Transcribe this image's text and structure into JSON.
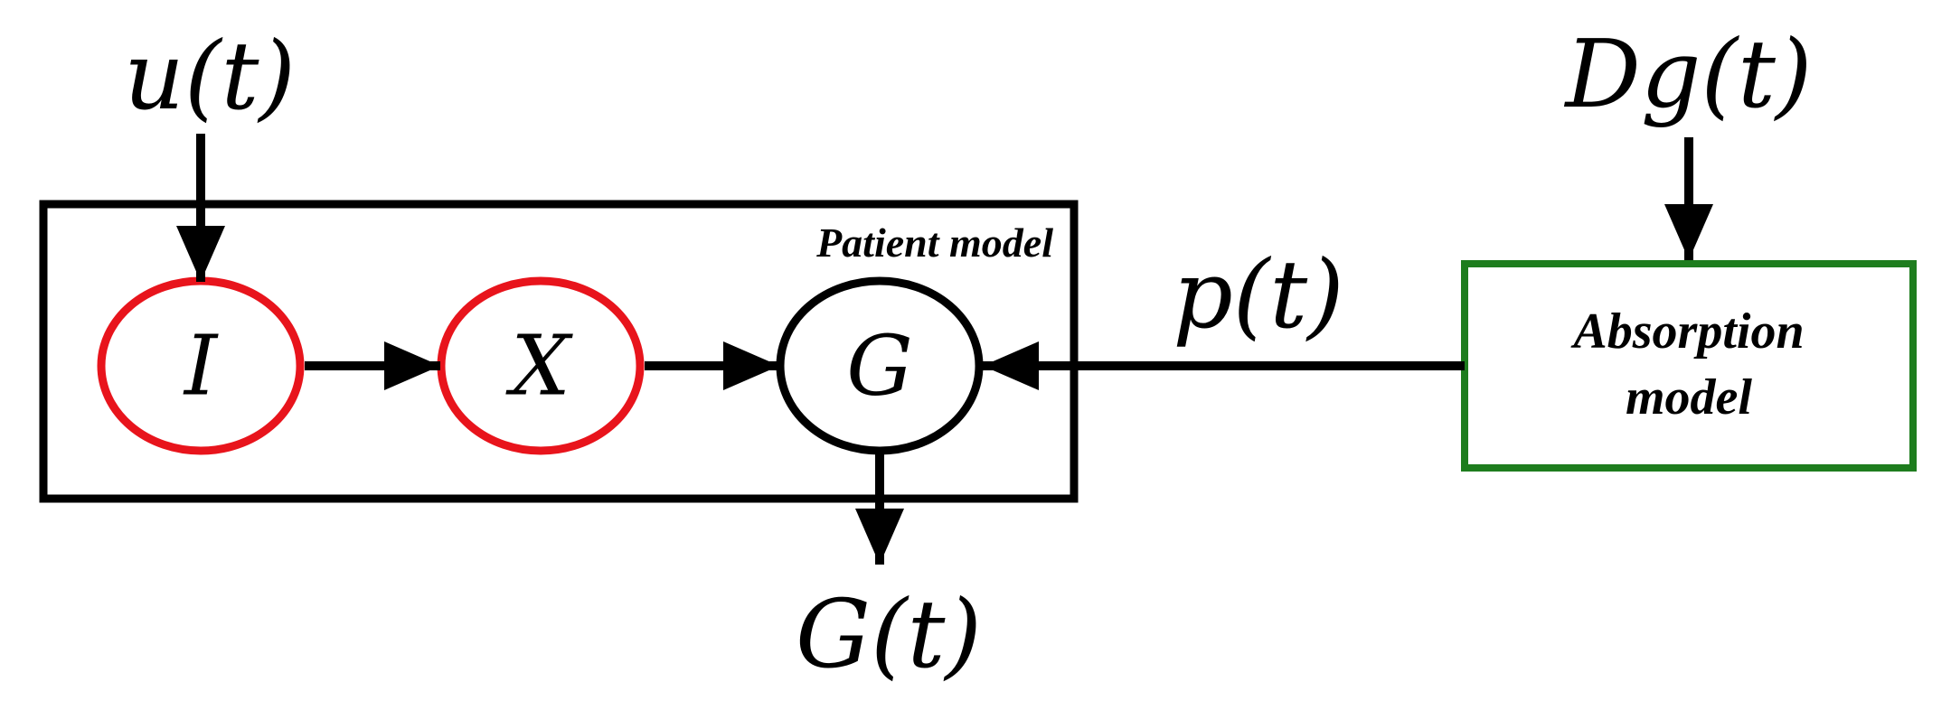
{
  "labels": {
    "input_u": "u(t)",
    "input_dg": "Dg(t)",
    "output_g": "G(t)",
    "signal_p": "p(t)"
  },
  "patient_model": {
    "title": "Patient model",
    "nodes": [
      {
        "id": "I",
        "label": "I",
        "color": "#e8141c"
      },
      {
        "id": "X",
        "label": "X",
        "color": "#e8141c"
      },
      {
        "id": "G",
        "label": "G",
        "color": "#000000"
      }
    ],
    "border_color": "#000000"
  },
  "absorption_model": {
    "line1": "Absorption",
    "line2": "model",
    "border_color": "#1e7d1e"
  }
}
